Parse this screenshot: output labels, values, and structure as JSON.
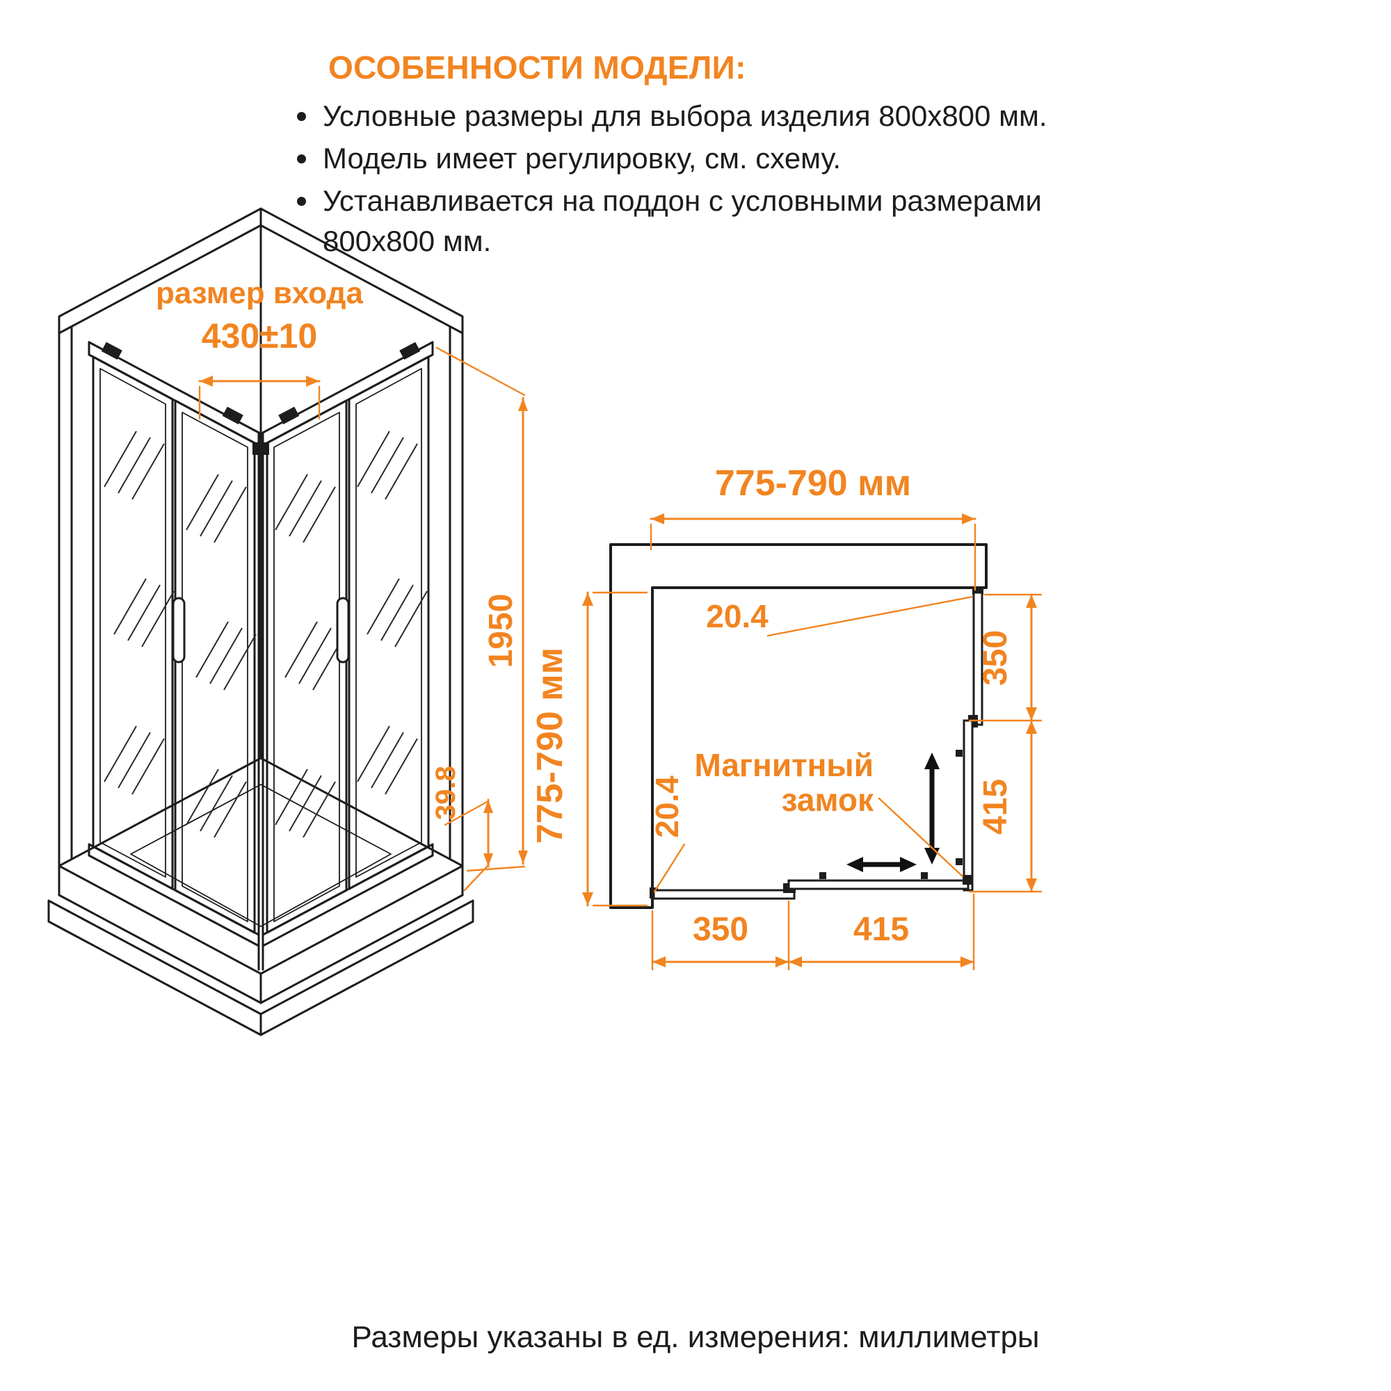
{
  "colors": {
    "accent": "#f28420",
    "ink": "#1c1c1c"
  },
  "header": {
    "title": "ОСОБЕННОСТИ МОДЕЛИ:",
    "bullets": [
      "Условные размеры для выбора изделия 800х800 мм.",
      "Модель имеет регулировку, см. схему.",
      "Устанавливается на поддон с условными размерами 800х800 мм."
    ]
  },
  "isometric_view": {
    "entry_label": "размер входа",
    "entry_width": "430±10",
    "height": "1950",
    "base_height": "39.8"
  },
  "top_view": {
    "overall_width": "775-790 мм",
    "overall_depth": "775-790 мм",
    "adjust_top": "20.4",
    "adjust_bottom": "20.4",
    "right_fixed": "350",
    "right_door": "415",
    "bottom_fixed": "350",
    "bottom_door": "415",
    "magnetic_lock_line1": "Магнитный",
    "magnetic_lock_line2": "замок"
  },
  "footer": {
    "note": "Размеры указаны в ед. измерения: миллиметры"
  }
}
